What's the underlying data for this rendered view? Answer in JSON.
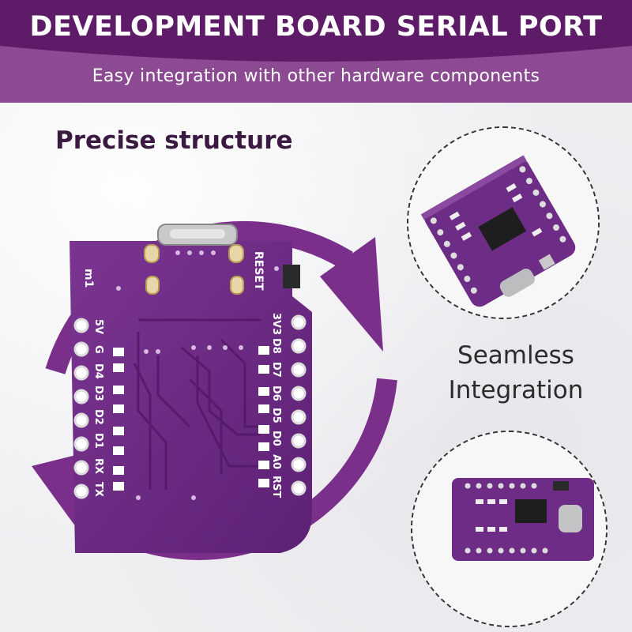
{
  "header": {
    "title": "DEVELOPMENT BOARD SERIAL PORT",
    "subtitle": "Easy integration with other hardware components"
  },
  "features": {
    "precise": "Precise structure",
    "seamless_line1": "Seamless",
    "seamless_line2": "Integration"
  },
  "board": {
    "reset_label": "RESET",
    "left_pins": [
      "5V",
      "G",
      "D4",
      "D3",
      "D2",
      "D1",
      "RX",
      "TX"
    ],
    "right_pins": [
      "3V3",
      "D8",
      "D7",
      "D6",
      "D5",
      "D0",
      "A0",
      "RST"
    ],
    "marking": "m1"
  },
  "colors": {
    "brand_purple": "#7a2a85",
    "header_dark": "#5e1b68",
    "header_light": "#8c4a92",
    "board_purple": "#6a2a82",
    "arrow_purple": "#7a2f8a"
  }
}
